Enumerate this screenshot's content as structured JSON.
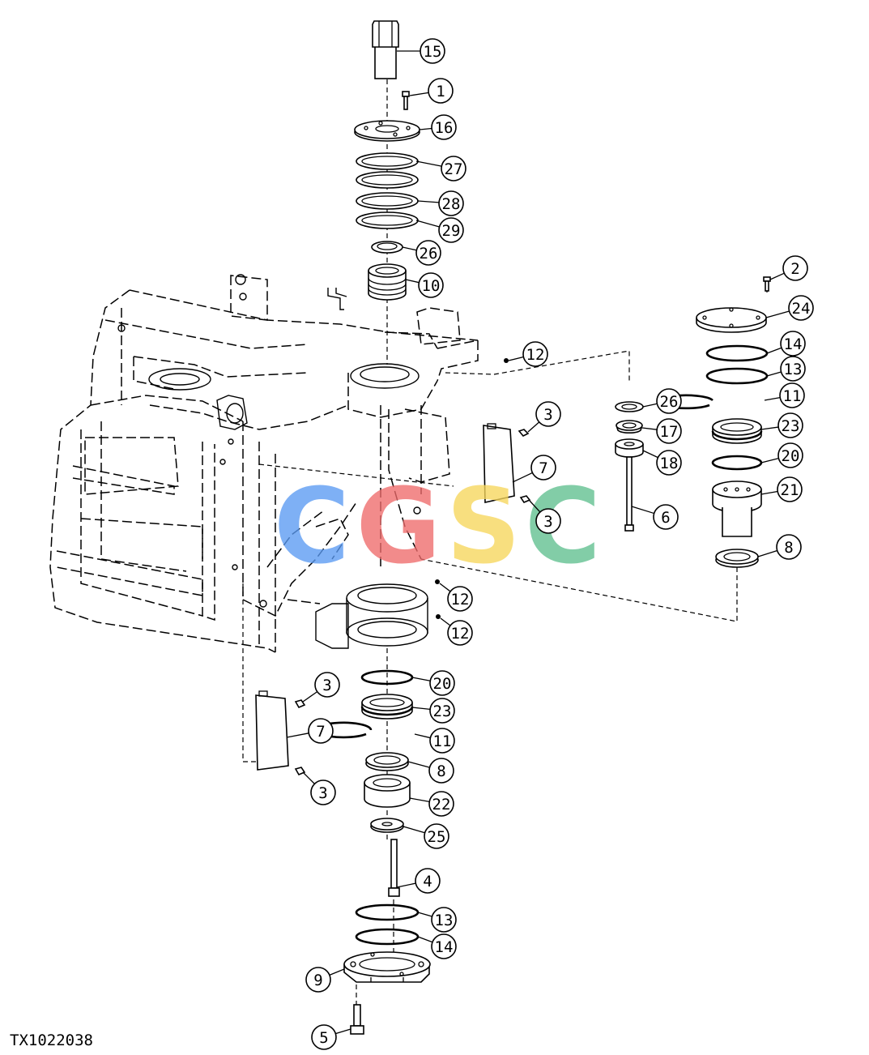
{
  "drawing": {
    "reference_code": "TX1022038",
    "watermark": {
      "letters": [
        {
          "char": "C",
          "color": "#5b9bf3"
        },
        {
          "char": "G",
          "color": "#ef6b6b"
        },
        {
          "char": "S",
          "color": "#f7d75c"
        },
        {
          "char": "C",
          "color": "#5fc08f"
        }
      ]
    },
    "callouts": [
      {
        "id": "c15",
        "label": "15"
      },
      {
        "id": "c1",
        "label": "1"
      },
      {
        "id": "c16",
        "label": "16"
      },
      {
        "id": "c27",
        "label": "27"
      },
      {
        "id": "c28",
        "label": "28"
      },
      {
        "id": "c29",
        "label": "29"
      },
      {
        "id": "c26a",
        "label": "26"
      },
      {
        "id": "c10",
        "label": "10"
      },
      {
        "id": "c2",
        "label": "2"
      },
      {
        "id": "c24",
        "label": "24"
      },
      {
        "id": "c14a",
        "label": "14"
      },
      {
        "id": "c13a",
        "label": "13"
      },
      {
        "id": "c11a",
        "label": "11"
      },
      {
        "id": "c23a",
        "label": "23"
      },
      {
        "id": "c20a",
        "label": "20"
      },
      {
        "id": "c21",
        "label": "21"
      },
      {
        "id": "c8a",
        "label": "8"
      },
      {
        "id": "c12a",
        "label": "12"
      },
      {
        "id": "c26b",
        "label": "26"
      },
      {
        "id": "c17",
        "label": "17"
      },
      {
        "id": "c18",
        "label": "18"
      },
      {
        "id": "c6",
        "label": "6"
      },
      {
        "id": "c3a",
        "label": "3"
      },
      {
        "id": "c7a",
        "label": "7"
      },
      {
        "id": "c3b",
        "label": "3"
      },
      {
        "id": "c12b",
        "label": "12"
      },
      {
        "id": "c12c",
        "label": "12"
      },
      {
        "id": "c20b",
        "label": "20"
      },
      {
        "id": "c23b",
        "label": "23"
      },
      {
        "id": "c11b",
        "label": "11"
      },
      {
        "id": "c8b",
        "label": "8"
      },
      {
        "id": "c22",
        "label": "22"
      },
      {
        "id": "c25",
        "label": "25"
      },
      {
        "id": "c4",
        "label": "4"
      },
      {
        "id": "c13b",
        "label": "13"
      },
      {
        "id": "c14b",
        "label": "14"
      },
      {
        "id": "c9",
        "label": "9"
      },
      {
        "id": "c5",
        "label": "5"
      },
      {
        "id": "c3c",
        "label": "3"
      },
      {
        "id": "c7b",
        "label": "7"
      },
      {
        "id": "c3d",
        "label": "3"
      }
    ]
  }
}
